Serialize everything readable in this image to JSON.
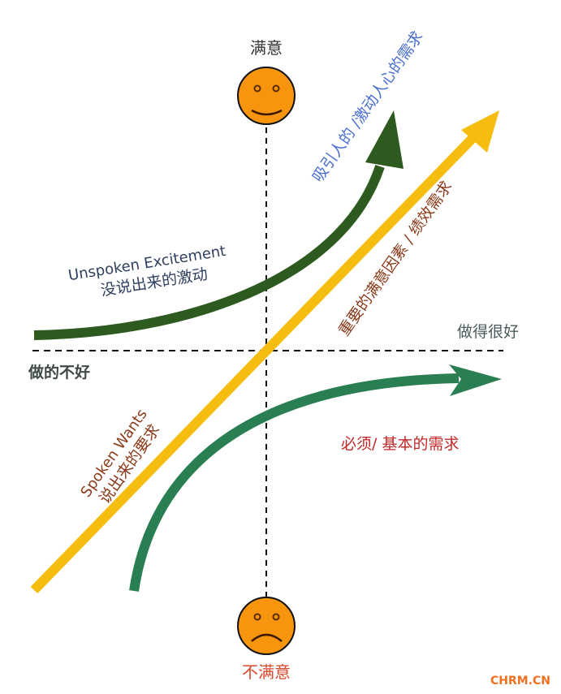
{
  "labels": {
    "satisfied": "满意",
    "dissatisfied": "不满意",
    "done_poorly": "做的不好",
    "done_well": "做得很好",
    "excitement_en": "Unspoken Excitement",
    "excitement_cn": "没说出来的激动",
    "attractive": "吸引人的 /激动人心的需求",
    "performance": "重要的满意因素 / 绩效需求",
    "spoken_en": "Spoken Wants",
    "spoken_cn": "说出来的要求",
    "basic": "必须/ 基本的需求",
    "watermark": "CHRM.CN"
  },
  "colors": {
    "excitement_curve": "#2d5a1e",
    "performance_line": "#f5bd10",
    "basic_curve": "#2a7f52",
    "face": "#f7950f",
    "attractive_text": "#4a6fd0",
    "performance_text": "#8b3a1a",
    "basic_text": "#c0282a",
    "dissatisfied_text": "#d9472b",
    "watermark": "#f07020"
  },
  "icons": {
    "top_face": "happy-face-icon",
    "bottom_face": "sad-face-icon"
  }
}
